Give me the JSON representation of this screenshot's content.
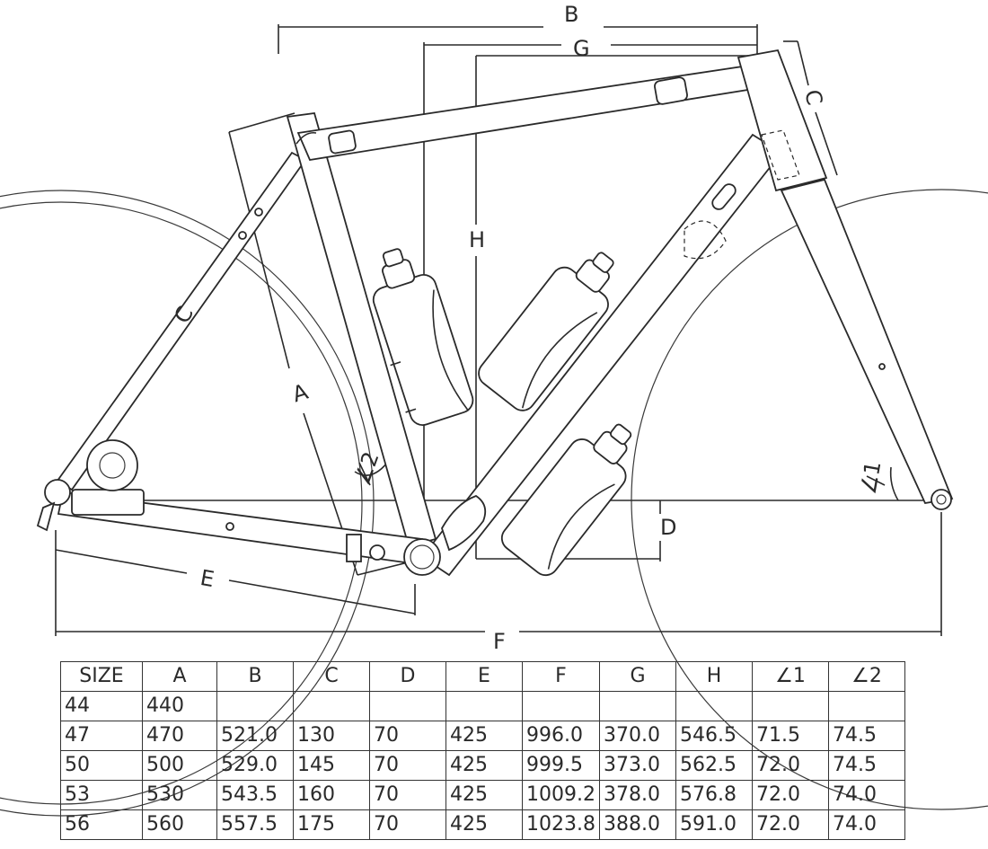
{
  "dimension_labels": {
    "A": "A",
    "B": "B",
    "C": "C",
    "D": "D",
    "E": "E",
    "F": "F",
    "G": "G",
    "H": "H",
    "angle1": "∠1",
    "angle2": "∠2"
  },
  "table": {
    "headers": [
      "SIZE",
      "A",
      "B",
      "C",
      "D",
      "E",
      "F",
      "G",
      "H",
      "∠1",
      "∠2"
    ],
    "rows": [
      [
        "44",
        "440",
        "",
        "",
        "",
        "",
        "",
        "",
        "",
        "",
        ""
      ],
      [
        "47",
        "470",
        "521.0",
        "130",
        "70",
        "425",
        "996.0",
        "370.0",
        "546.5",
        "71.5",
        "74.5"
      ],
      [
        "50",
        "500",
        "529.0",
        "145",
        "70",
        "425",
        "999.5",
        "373.0",
        "562.5",
        "72.0",
        "74.5"
      ],
      [
        "53",
        "530",
        "543.5",
        "160",
        "70",
        "425",
        "1009.2",
        "378.0",
        "576.8",
        "72.0",
        "74.0"
      ],
      [
        "56",
        "560",
        "557.5",
        "175",
        "70",
        "425",
        "1023.8",
        "388.0",
        "591.0",
        "72.0",
        "74.0"
      ]
    ]
  }
}
